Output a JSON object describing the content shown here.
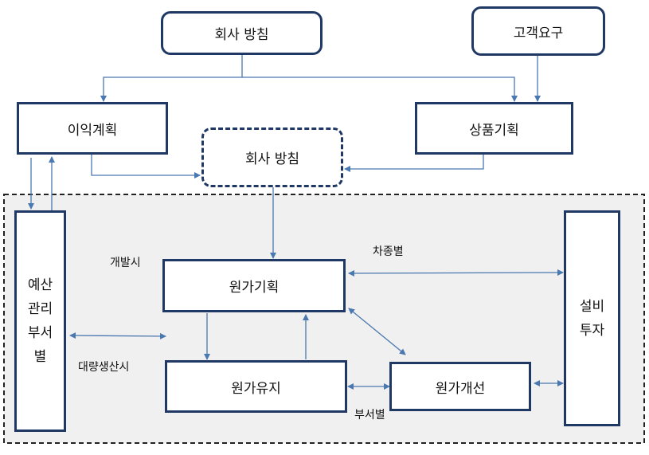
{
  "nodes": {
    "company_policy_top": "회사 방침",
    "customer_demand": "고객요구",
    "profit_plan": "이익계획",
    "product_plan": "상품기획",
    "company_policy_mid": "회사 방침",
    "cost_planning": "원가기획",
    "cost_maintenance": "원가유지",
    "cost_improvement": "원가개선",
    "budget_dept": [
      "예산",
      "관리",
      "부서",
      "별"
    ],
    "equipment_invest": [
      "설비",
      "투자"
    ]
  },
  "labels": {
    "development": "개발시",
    "mass_production": "대량생산시",
    "by_car_type": "차종별",
    "by_department": "부서별"
  },
  "colors": {
    "box_border": "#1f3864",
    "arrow": "#4a78b0",
    "region_fill": "#f0f0f0",
    "region_border": "#222222"
  }
}
